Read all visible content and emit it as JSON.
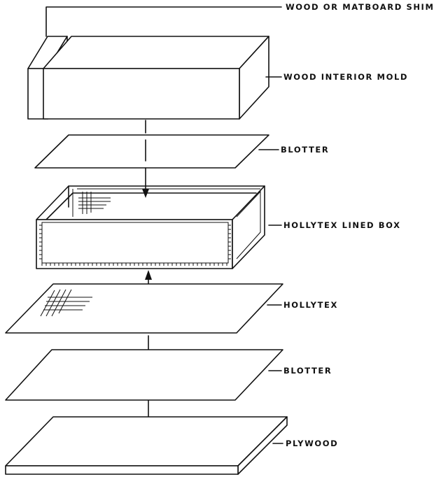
{
  "labels": {
    "shim": "WOOD OR MATBOARD SHIM",
    "mold": "WOOD INTERIOR MOLD",
    "blotter_top": "BLOTTER",
    "box": "HOLLYTEX LINED BOX",
    "hollytex": "HOLLYTEX",
    "blotter_bottom": "BLOTTER",
    "plywood": "PLYWOOD"
  }
}
